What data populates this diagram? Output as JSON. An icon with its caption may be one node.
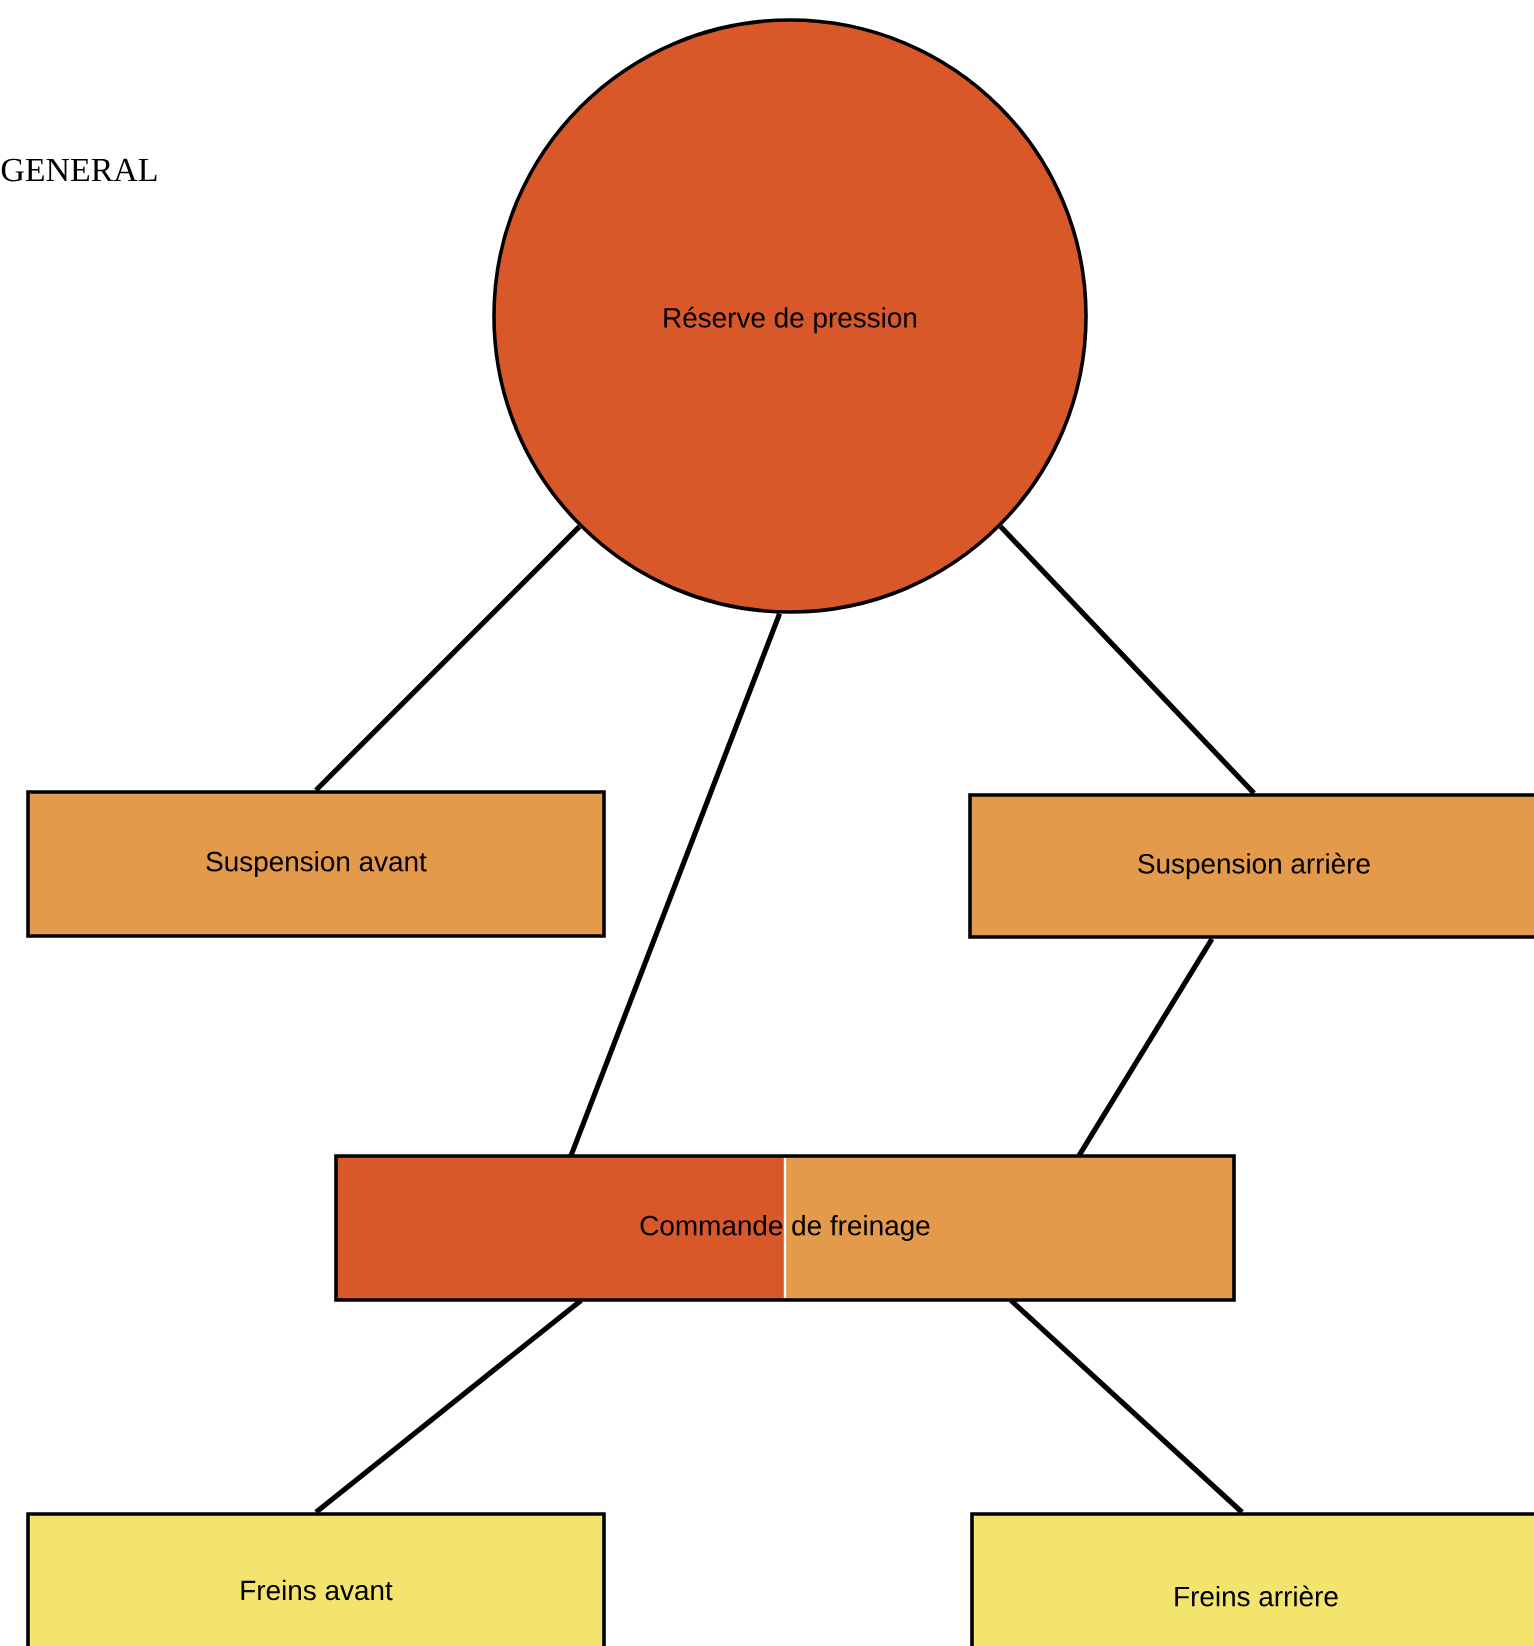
{
  "diagram": {
    "nodes": [
      {
        "text": [
          "Réserve de pression"
        ]
      },
      {
        "text": [
          "Suspension avant"
        ]
      },
      {
        "text": [
          "Suspension arrière"
        ]
      },
      {
        "text": [
          "Commande de freinage"
        ]
      },
      {
        "text": [
          "Freins avant"
        ]
      },
      {
        "text": [
          "Freins arrière"
        ]
      }
    ],
    "edges": [
      {
        "from": 0,
        "to": 1,
        "arrow": "none"
      },
      {
        "from": 0,
        "to": 3,
        "arrow": "none"
      },
      {
        "from": 0,
        "to": 2,
        "arrow": "none"
      },
      {
        "from": 2,
        "to": 3,
        "arrow": "none"
      },
      {
        "from": 3,
        "to": 4,
        "arrow": "none"
      },
      {
        "from": 3,
        "to": 5,
        "arrow": "none"
      }
    ],
    "labels": [
      "GENERAL"
    ]
  }
}
